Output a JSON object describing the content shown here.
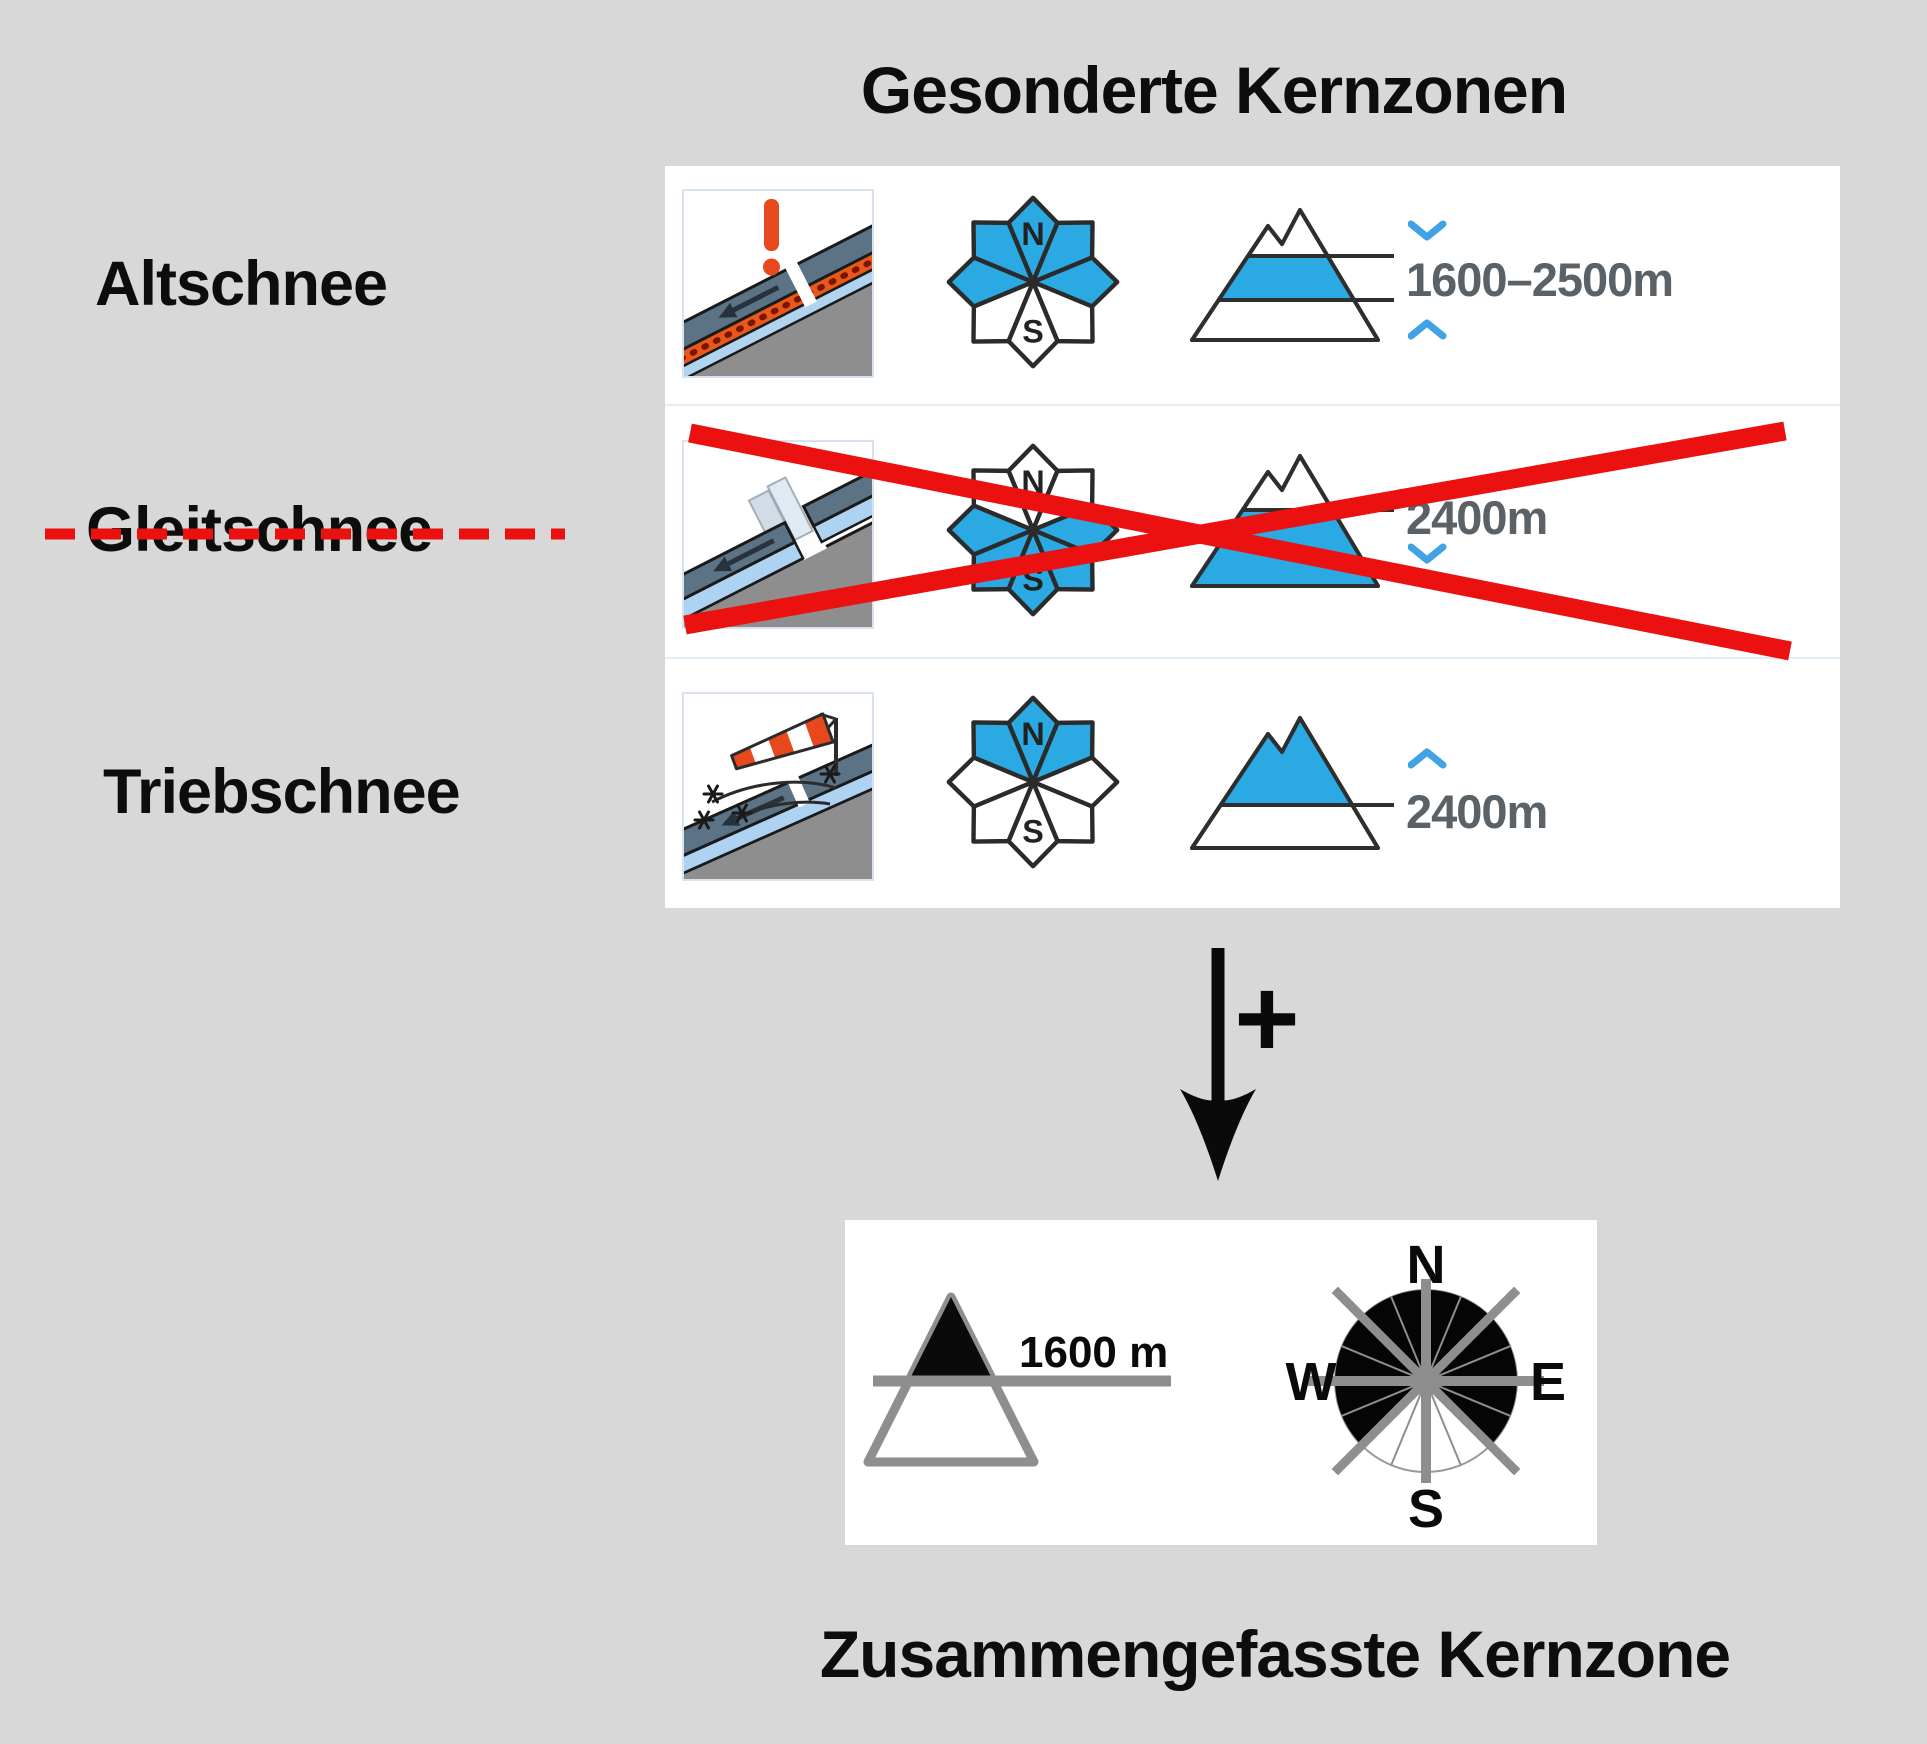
{
  "title": "Gesonderte Kernzonen",
  "footer_title": "Zusammengefasste Kernzone",
  "plus_sign": "+",
  "compass_labels": {
    "north": "N",
    "south": "S",
    "east": "E",
    "west": "W"
  },
  "rows": [
    {
      "label": "Altschnee",
      "crossed_out": false,
      "problem_icon": "old-snow-persistent-weak-layer",
      "aspects_filled": [
        "N",
        "NE",
        "E",
        "W",
        "NW"
      ],
      "elevation_text": "1600–2500m",
      "elevation_chevrons": [
        "down-above-text",
        "up-below-text"
      ],
      "mountain_fill": "middle-band"
    },
    {
      "label": "Gleitschnee",
      "crossed_out": true,
      "problem_icon": "gliding-snow",
      "aspects_filled": [
        "E",
        "SE",
        "S",
        "SW",
        "W"
      ],
      "elevation_text": "2400m",
      "elevation_chevrons": [
        "down-below-text"
      ],
      "mountain_fill": "below-line"
    },
    {
      "label": "Triebschnee",
      "crossed_out": false,
      "problem_icon": "wind-drifted-snow",
      "aspects_filled": [
        "NW",
        "N",
        "NE"
      ],
      "elevation_text": "2400m",
      "elevation_chevrons": [
        "up-above-text"
      ],
      "mountain_fill": "above-line"
    }
  ],
  "combined": {
    "elevation_text": "1600 m",
    "rose_filled_sectors": 12,
    "rose_total_sectors": 16,
    "rose_filled_arc": "from SW line through W, N, E to SE line"
  },
  "colors": {
    "background": "#d8d8d8",
    "panel": "#ffffff",
    "accent_blue": "#2aa9e3",
    "chevron_blue": "#41a3e6",
    "red": "#ec1111",
    "elevation_gray": "#5a6167",
    "rose_gray": "#8e8e8e",
    "outline_dark": "#2b2b2b",
    "orange": "#e8481d"
  }
}
